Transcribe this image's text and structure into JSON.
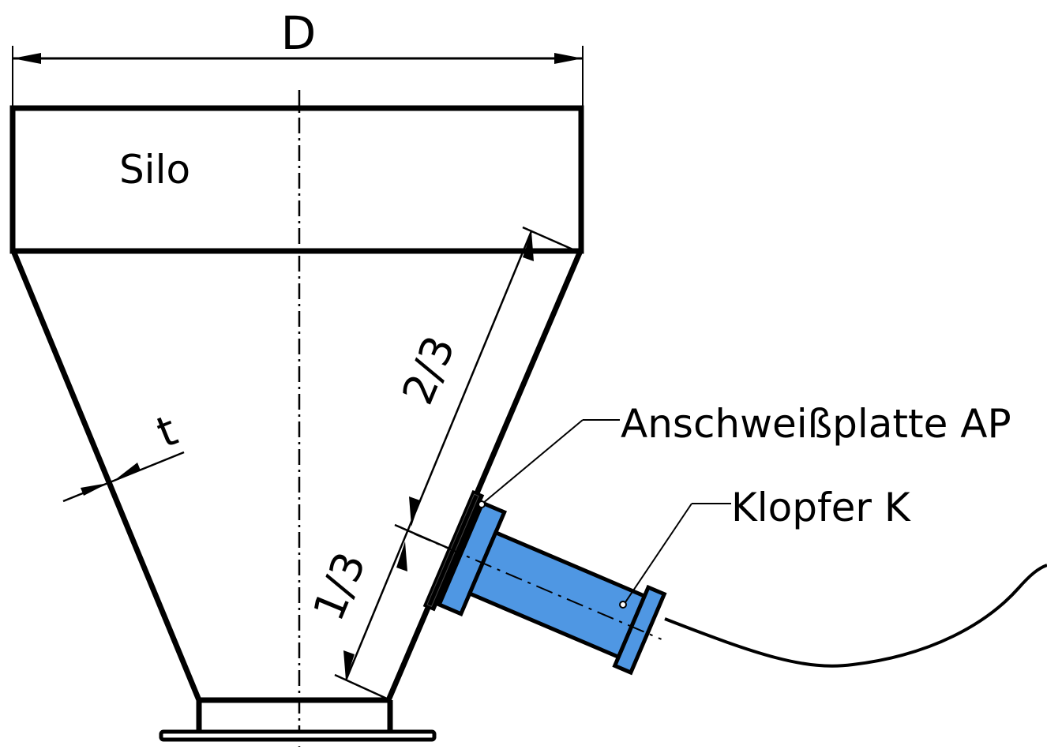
{
  "diagram": {
    "title": "Silo hopper with knocker mounting",
    "labels": {
      "diameter": "D",
      "silo": "Silo",
      "wall_thickness": "t",
      "upper_fraction": "2/3",
      "lower_fraction": "1/3",
      "weld_plate": "Anschweißplatte AP",
      "knocker": "Klopfer K"
    },
    "colors": {
      "knocker_fill": "#4f97e3",
      "line": "#000000",
      "background": "#ffffff"
    }
  }
}
